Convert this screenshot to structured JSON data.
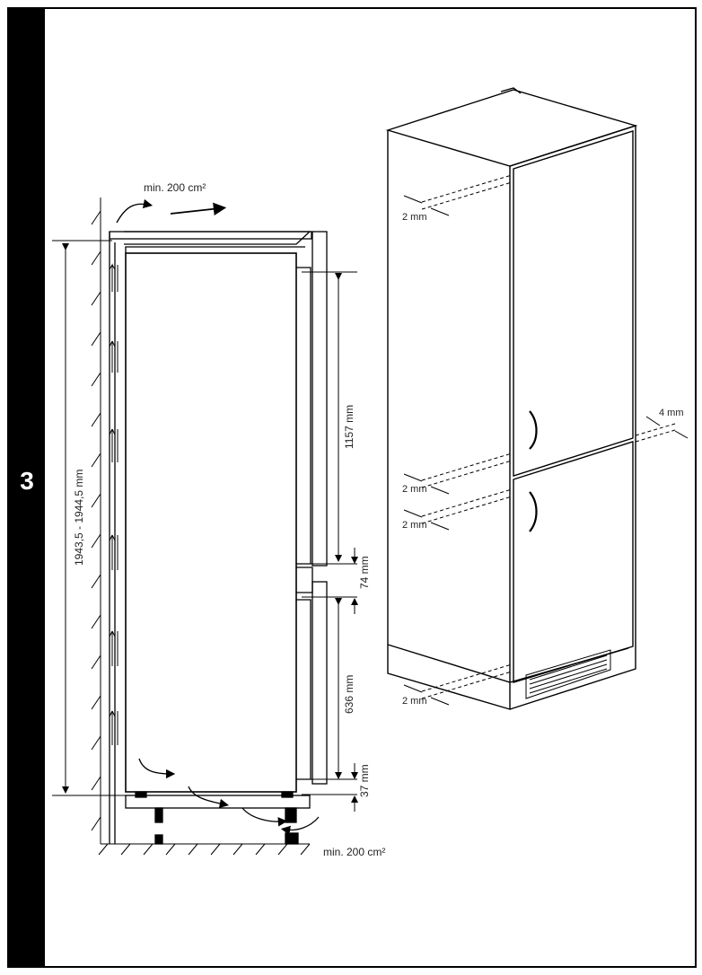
{
  "step_number": "3",
  "side_view": {
    "vent_top_label": "min. 200 cm²",
    "vent_bottom_label": "min. 200 cm²",
    "total_height_label": "1943,5 - 1944,5 mm",
    "upper_door_label": "1157 mm",
    "gap_label": "74 mm",
    "lower_door_label": "636 mm",
    "base_label": "37 mm"
  },
  "perspective_view": {
    "gap_top_left": "2 mm",
    "gap_mid_left_1": "2 mm",
    "gap_mid_left_2": "2 mm",
    "gap_bottom_left": "2 mm",
    "gap_right": "4 mm"
  }
}
